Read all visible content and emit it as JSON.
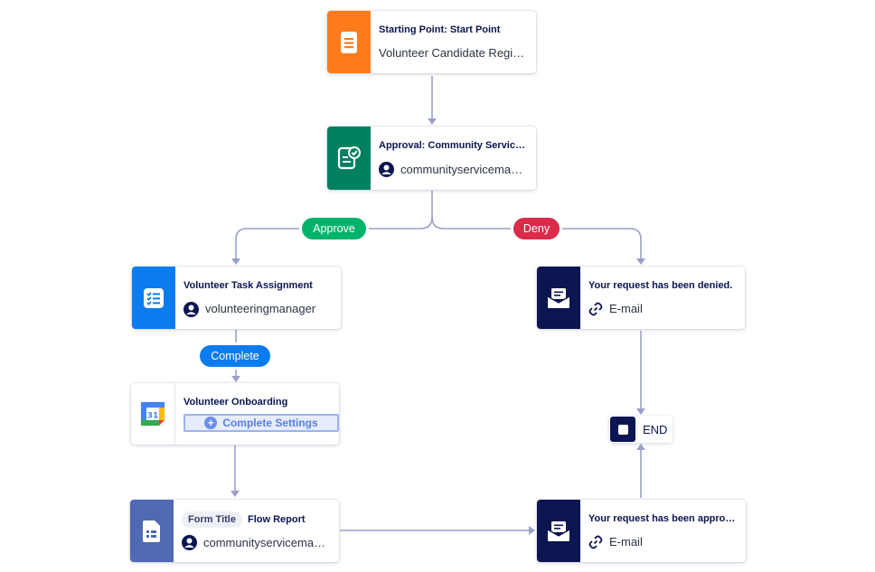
{
  "nodes": {
    "start": {
      "title": "Starting Point: Start Point",
      "subtitle": "Volunteer Candidate Registration Form",
      "icon": "form-document-icon",
      "color": "#ff7b1c"
    },
    "approval": {
      "title": "Approval: Community Service Manager",
      "subtitle": "communityservicemanager",
      "icon": "approval-document-check-icon",
      "color": "#018060"
    },
    "task": {
      "title": "Volunteer Task Assignment",
      "subtitle": "volunteeringmanager",
      "icon": "checklist-icon",
      "color": "#0a7cf0"
    },
    "denied": {
      "title": "Your request has been denied.",
      "subtitle": "E-mail",
      "icon": "email-envelope-icon",
      "color": "#0a1551"
    },
    "onboarding": {
      "title": "Volunteer Onboarding",
      "button": "Complete Settings",
      "icon": "google-calendar-icon",
      "calendar_day": "31"
    },
    "report": {
      "tag": "Form Title",
      "title": "Flow Report",
      "subtitle": "communityservicemanager",
      "icon": "report-document-icon",
      "color": "#5069b3"
    },
    "approved": {
      "title": "Your request has been approved.",
      "subtitle": "E-mail",
      "icon": "email-envelope-icon",
      "color": "#0a1551"
    },
    "end": {
      "label": "END",
      "icon": "stop-square-icon"
    }
  },
  "edges": {
    "approve": {
      "label": "Approve",
      "color": "#00b36b"
    },
    "deny": {
      "label": "Deny",
      "color": "#dc2a4a"
    },
    "complete": {
      "label": "Complete",
      "color": "#0a7cf0"
    }
  },
  "colors": {
    "connector": "#9aa1c9"
  }
}
